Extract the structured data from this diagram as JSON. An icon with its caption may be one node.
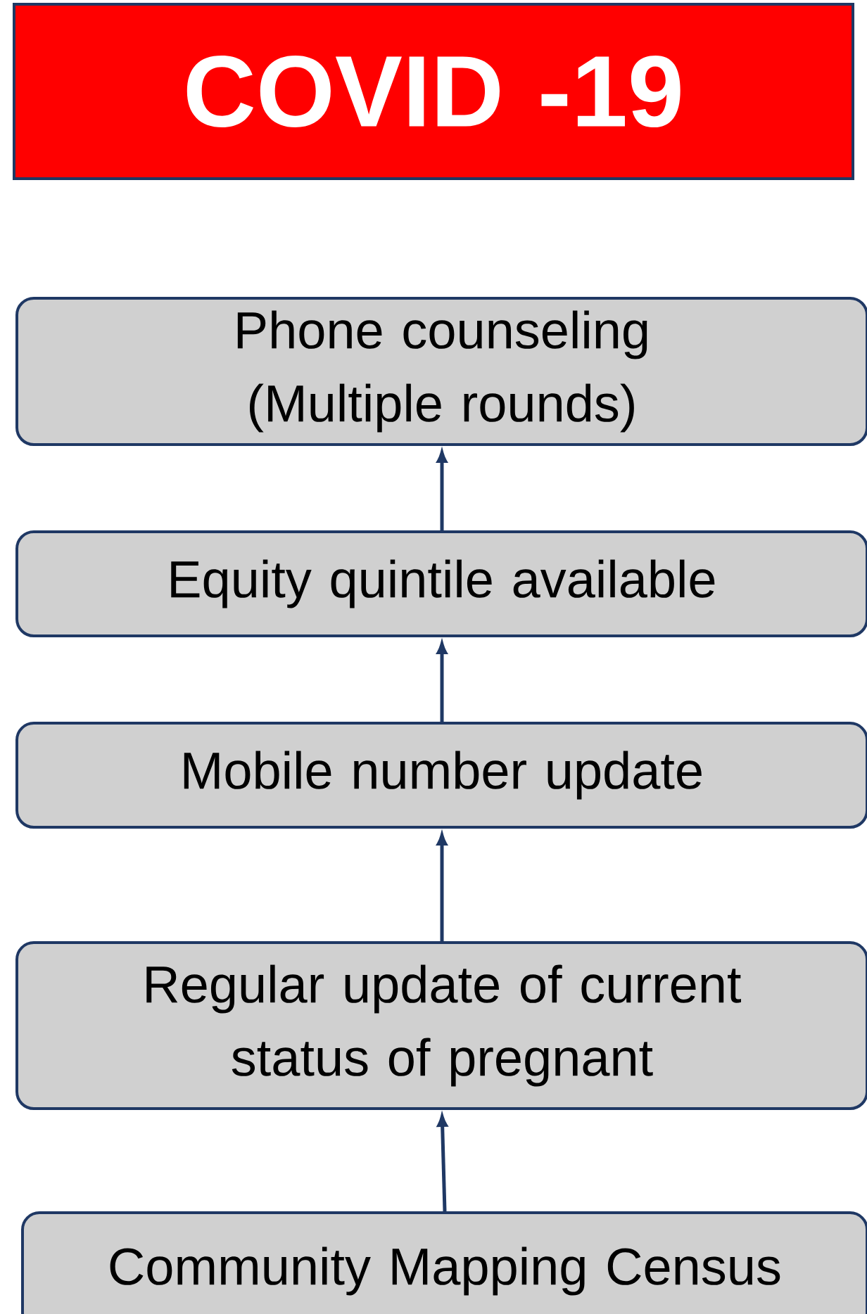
{
  "diagram": {
    "nodes": [
      {
        "text": [
          "COVID -19"
        ]
      },
      {
        "text": [
          "Phone counseling (Multiple rounds)"
        ]
      },
      {
        "text": [
          "Equity quintile available"
        ]
      },
      {
        "text": [
          "Mobile number update"
        ]
      },
      {
        "text": [
          "Regular update of current status of pregnant"
        ]
      },
      {
        "text": [
          "Community Mapping Census"
        ]
      }
    ],
    "edges": [
      {
        "from": 5,
        "to": 4,
        "arrow": "to"
      },
      {
        "from": 4,
        "to": 3,
        "arrow": "to"
      },
      {
        "from": 3,
        "to": 2,
        "arrow": "to"
      },
      {
        "from": 2,
        "to": 1,
        "arrow": "to"
      }
    ]
  }
}
